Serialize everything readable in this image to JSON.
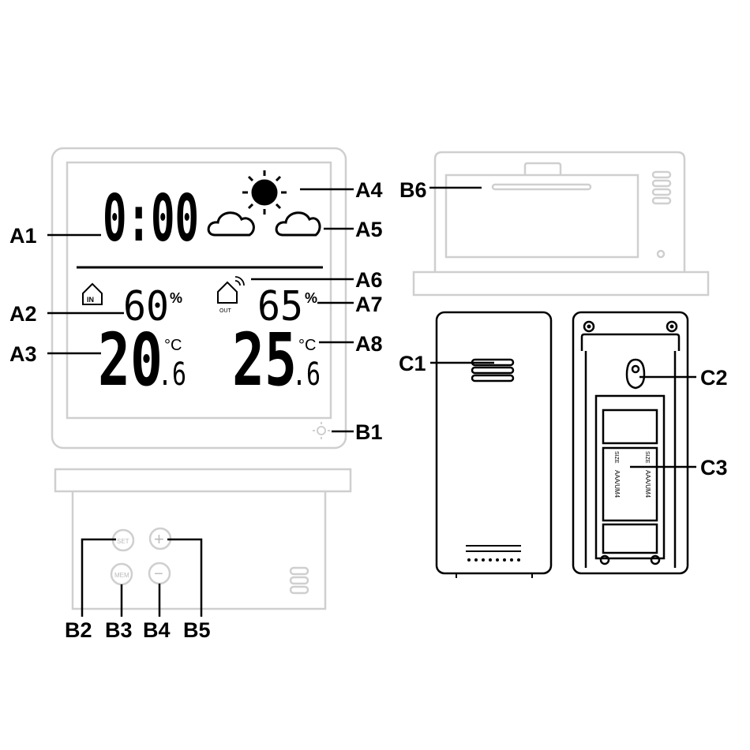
{
  "labels": {
    "A1": "A1",
    "A2": "A2",
    "A3": "A3",
    "A4": "A4",
    "A5": "A5",
    "A6": "A6",
    "A7": "A7",
    "A8": "A8",
    "B1": "B1",
    "B2": "B2",
    "B3": "B3",
    "B4": "B4",
    "B5": "B5",
    "B6": "B6",
    "C1": "C1",
    "C2": "C2",
    "C3": "C3"
  },
  "display": {
    "clock": "0:00",
    "indoor_humidity": "60",
    "outdoor_humidity": "65",
    "percent": "%",
    "indoor_temp_int": "20",
    "indoor_temp_dec": ".6",
    "outdoor_temp_int": "25",
    "outdoor_temp_dec": ".6",
    "celsius": "°C",
    "in_label": "IN",
    "out_label": "OUT"
  },
  "buttons": {
    "set": "SET",
    "mem": "MEM",
    "plus": "+",
    "minus": "−"
  },
  "battery": {
    "cell_label": "AAA/UM4",
    "size_label": "SIZE"
  },
  "icons": {
    "sun": "sun-icon",
    "cloud": "cloud-icon",
    "house": "house-icon",
    "signal": "signal-icon",
    "backlight": "backlight-icon"
  }
}
